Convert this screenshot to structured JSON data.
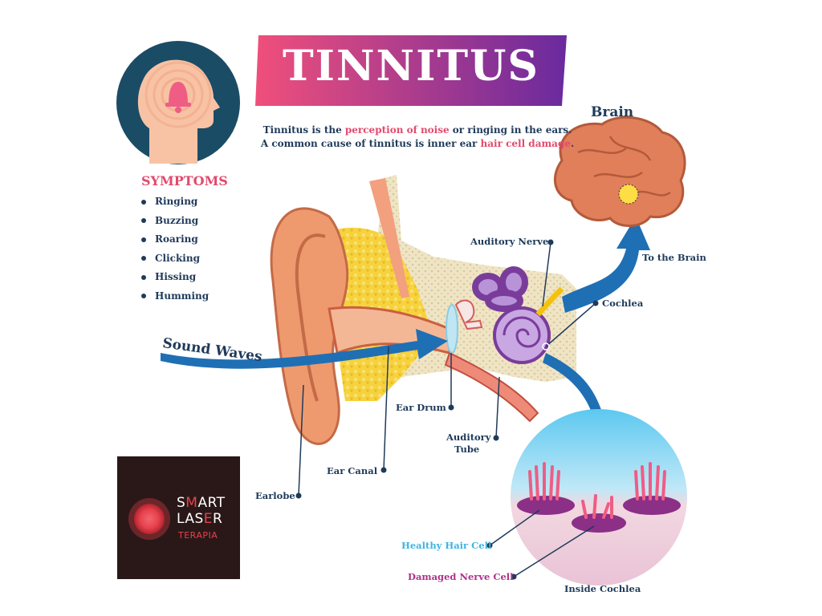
{
  "title": "TINNITUS",
  "intro": {
    "line1_a": "Tinnitus is the ",
    "line1_hl": "perception of noise",
    "line1_b": " or ringing in the ears.",
    "line2_a": "A common cause of tinnitus is inner ear ",
    "line2_hl": "hair cell damage",
    "line2_b": "."
  },
  "symptoms": {
    "title": "SYMPTOMS",
    "items": [
      "Ringing",
      "Buzzing",
      "Roaring",
      "Clicking",
      "Hissing",
      "Humming"
    ]
  },
  "labels": {
    "sound_waves": "Sound Waves",
    "brain": "Brain",
    "to_the_brain": "To the Brain",
    "auditory_nerve": "Auditory Nerve",
    "cochlea": "Cochlea",
    "ear_drum": "Ear Drum",
    "auditory_tube_1": "Auditory",
    "auditory_tube_2": "Tube",
    "ear_canal": "Ear Canal",
    "earlobe": "Earlobe",
    "healthy_hair_cell": "Healthy Hair Cell",
    "damaged_nerve_cell": "Damaged Nerve Cell",
    "inside_cochlea": "Inside Cochlea"
  },
  "logo": {
    "line1_a": "S",
    "line1_b": "M",
    "line1_c": "ART",
    "line2_a": "LAS",
    "line2_b": "E",
    "line2_c": "R",
    "line3": "TERAPIA"
  },
  "colors": {
    "title_gradient_start": "#f04f7b",
    "title_gradient_end": "#6a2a9e",
    "highlight": "#e24a6d",
    "text_navy": "#1f3a5a",
    "arrow_blue": "#1f6fb5",
    "logo_red": "#e8414d"
  }
}
